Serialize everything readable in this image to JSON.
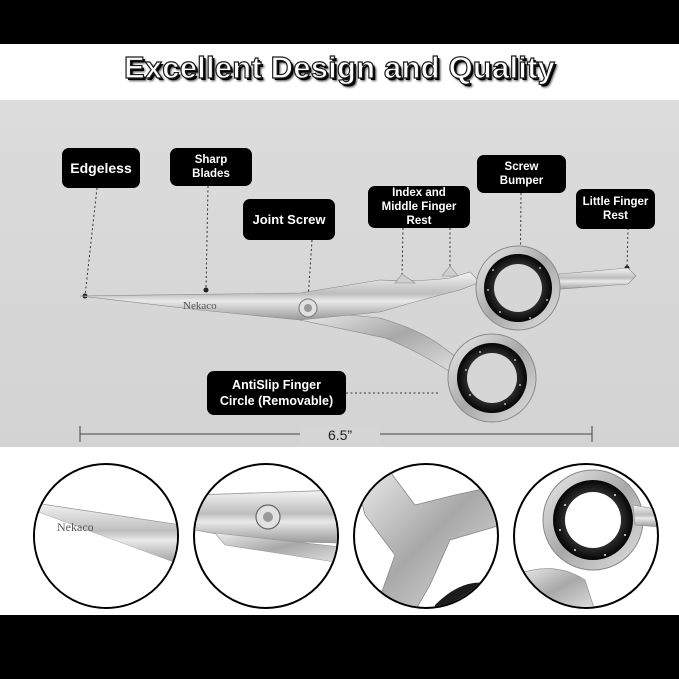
{
  "title": "Excellent Design and Quality",
  "labels": {
    "edgeless": "Edgeless",
    "sharp_blades": "Sharp Blades",
    "joint_screw": "Joint Screw",
    "index_middle_rest": "Index and Middle Finger Rest",
    "screw_bumper": "Screw Bumper",
    "little_finger_rest": "Little Finger Rest",
    "antislip_circle": "AntiSlip Finger Circle (Removable)"
  },
  "brand": "Nekaco",
  "measurement": "6.5”",
  "colors": {
    "label_bg": "#000000",
    "label_text": "#ffffff",
    "panel_bg": "#d6d6d6",
    "steel": "#c9c9c9"
  },
  "icons": [
    "scissors-image",
    "blade-tip-closeup",
    "joint-screw-closeup",
    "finger-rest-closeup",
    "finger-ring-closeup"
  ]
}
